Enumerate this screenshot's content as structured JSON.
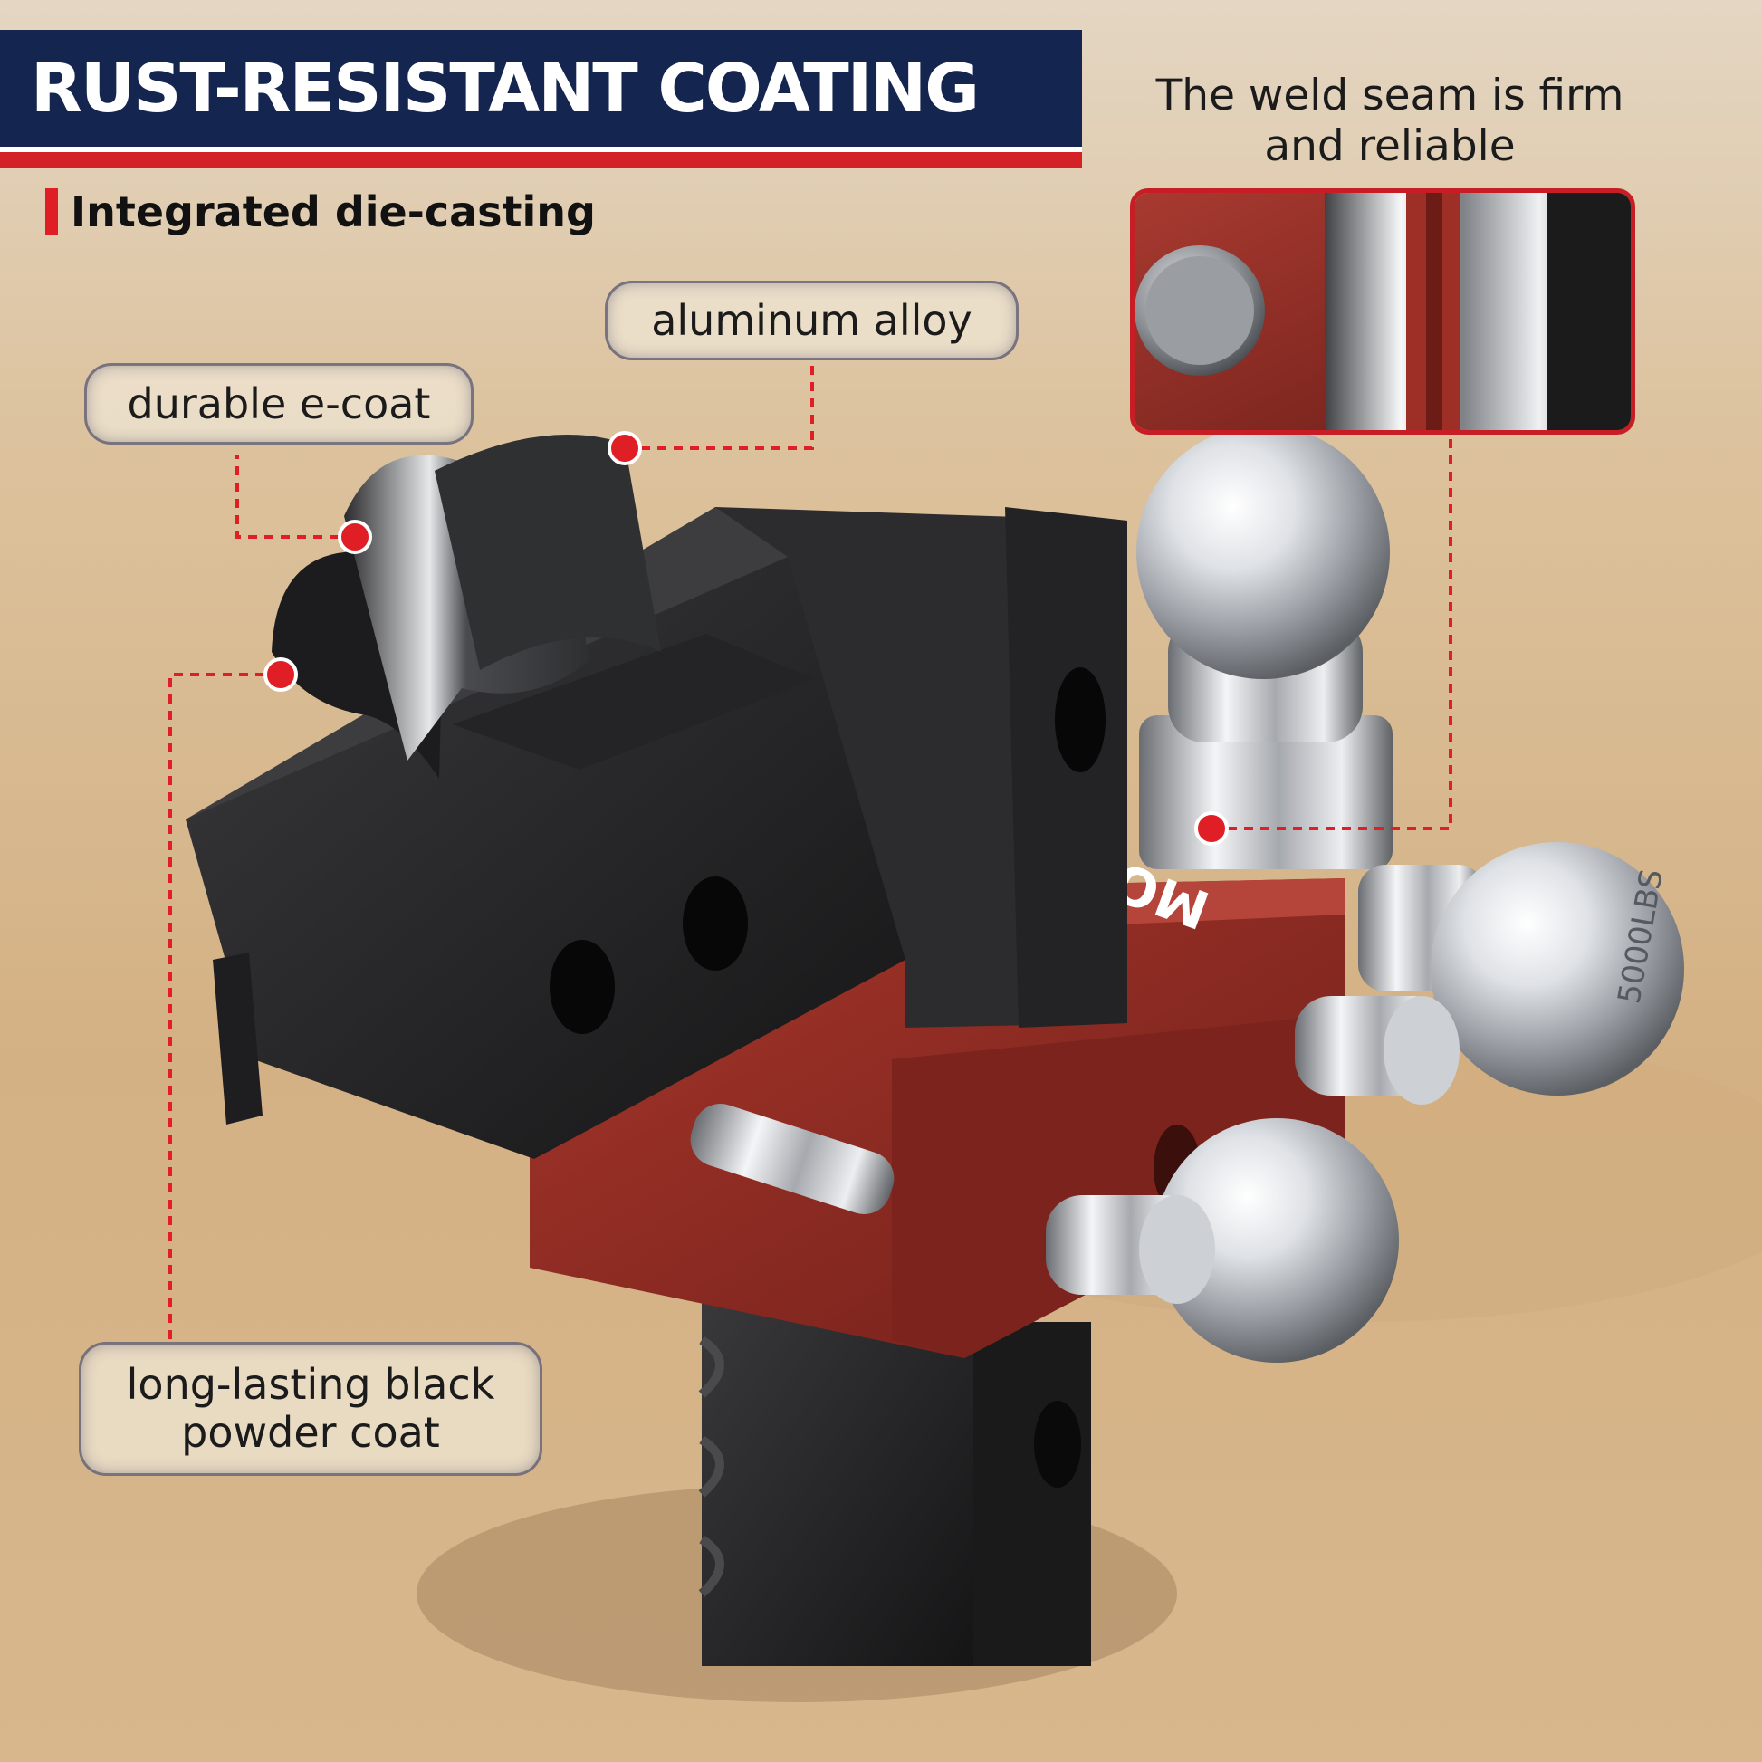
{
  "header": {
    "title": "RUST-RESISTANT COATING",
    "subtitle": "Integrated die-casting"
  },
  "callouts": {
    "aluminum_alloy": "aluminum alloy",
    "durable_ecoat": "durable e-coat",
    "powder_coat_line1": "long-lasting black",
    "powder_coat_line2": "powder coat",
    "weld_line1": "The weld seam is firm",
    "weld_line2": "and reliable"
  },
  "colors": {
    "banner_navy": "#14254f",
    "accent_red": "#d42027",
    "hitch_red": "#8e2a22",
    "hitch_black": "#1c1c1e",
    "chrome": "#d9dce0",
    "sand": "#d6b68c"
  }
}
